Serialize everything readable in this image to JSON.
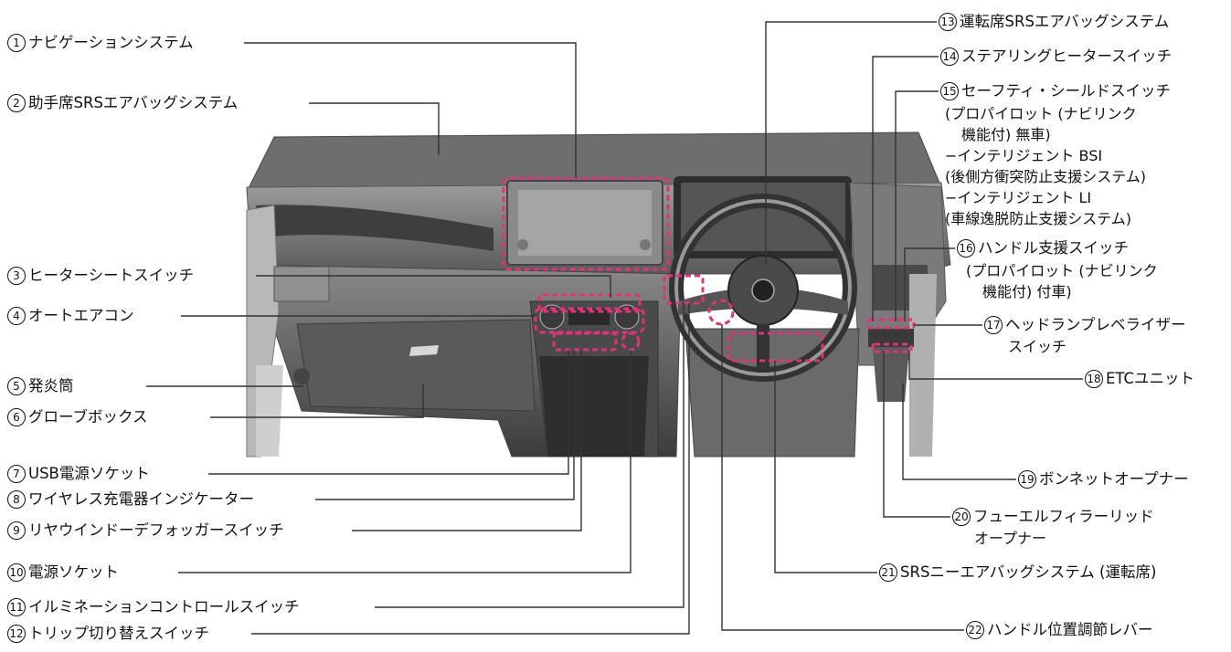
{
  "callouts": [
    {
      "num": "1",
      "text": "ナビゲーションシステム"
    },
    {
      "num": "2",
      "text": "助手席SRSエアバッグシステム"
    },
    {
      "num": "3",
      "text": "ヒーターシートスイッチ"
    },
    {
      "num": "4",
      "text": "オートエアコン"
    },
    {
      "num": "5",
      "text": "発炎筒"
    },
    {
      "num": "6",
      "text": "グローブボックス"
    },
    {
      "num": "7",
      "text": "USB電源ソケット"
    },
    {
      "num": "8",
      "text": "ワイヤレス充電器インジケーター"
    },
    {
      "num": "9",
      "text": "リヤウインドーデフォッガースイッチ"
    },
    {
      "num": "10",
      "text": "電源ソケット"
    },
    {
      "num": "11",
      "text": "イルミネーションコントロールスイッチ"
    },
    {
      "num": "12",
      "text": "トリップ切り替えスイッチ"
    },
    {
      "num": "13",
      "text": "運転席SRSエアバッグシステム"
    },
    {
      "num": "14",
      "text": "ステアリングヒータースイッチ"
    },
    {
      "num": "15",
      "text": "セーフティ・シールドスイッチ",
      "sub": [
        "(プロパイロット (ナビリンク",
        "機能付) 無車)",
        "−インテリジェント BSI",
        "(後側方衝突防止支援システム)",
        "−インテリジェント LI",
        "(車線逸脱防止支援システム)"
      ]
    },
    {
      "num": "16",
      "text": "ハンドル支援スイッチ",
      "sub": [
        "(プロパイロット (ナビリンク",
        "機能付) 付車)"
      ]
    },
    {
      "num": "17",
      "text": "ヘッドランプレベライザー",
      "sub": [
        "スイッチ"
      ]
    },
    {
      "num": "18",
      "text": "ETCユニット"
    },
    {
      "num": "19",
      "text": "ボンネットオープナー"
    },
    {
      "num": "20",
      "text": "フューエルフィラーリッド",
      "sub": [
        "オープナー"
      ]
    },
    {
      "num": "21",
      "text": "SRSニーエアバッグシステム (運転席)"
    },
    {
      "num": "22",
      "text": "ハンドル位置調節レバー"
    }
  ]
}
